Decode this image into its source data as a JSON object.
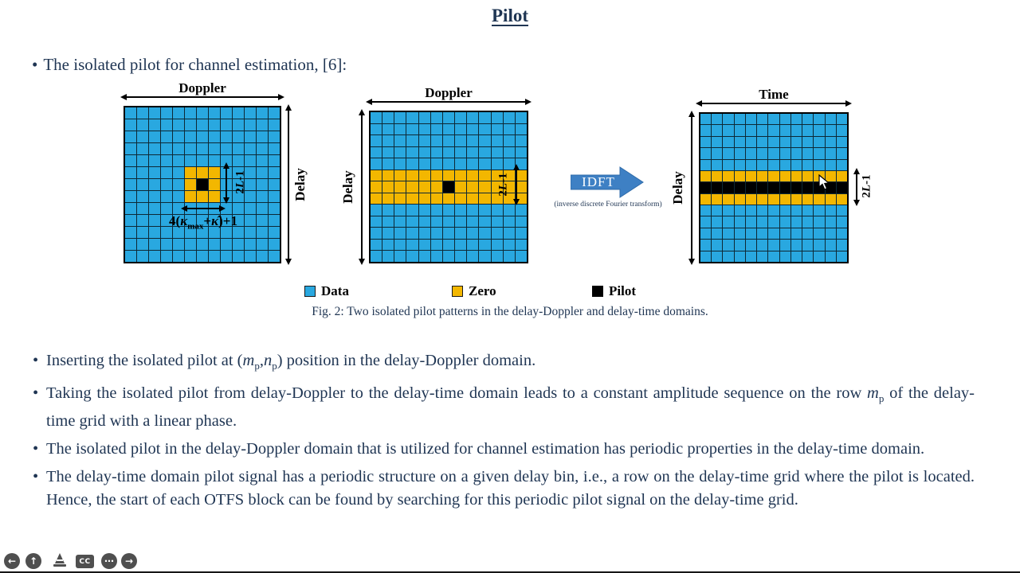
{
  "title": "Pilot",
  "colors": {
    "data": "#29a8e0",
    "zero": "#f3b700",
    "pilot": "#000000",
    "grid_line": "#0e2936",
    "text_navy": "#1f3553",
    "idft_blue": "#3e80c4"
  },
  "intro": {
    "dot": "•",
    "text": "The isolated pilot for channel estimation, [6]:"
  },
  "figure": {
    "grids": [
      {
        "id": "g1",
        "top_label": "Doppler",
        "side_label": "Delay",
        "side": "right",
        "cols": 13,
        "rows": 13,
        "zero": {
          "r0": 5,
          "r1": 7,
          "c0": 5,
          "c1": 7
        },
        "pilot": {
          "r0": 6,
          "r1": 6,
          "c0": 6,
          "c1": 6
        }
      },
      {
        "id": "g2",
        "top_label": "Doppler",
        "side_label": "Delay",
        "side": "left",
        "cols": 13,
        "rows": 13,
        "zero": {
          "r0": 5,
          "r1": 7,
          "c0": 0,
          "c1": 12
        },
        "pilot": {
          "r0": 6,
          "r1": 6,
          "c0": 6,
          "c1": 6
        }
      },
      {
        "id": "g3",
        "top_label": "Time",
        "side_label": "Delay",
        "side": "left",
        "cols": 13,
        "rows": 13,
        "zero": {
          "r0": 5,
          "r1": 7,
          "c0": 0,
          "c1": 12
        },
        "pilot": {
          "r0": 6,
          "r1": 6,
          "c0": 0,
          "c1": 12
        }
      }
    ],
    "two_l": {
      "a": "2",
      "b": "L",
      "c": "-1"
    },
    "formula": {
      "p1": "4(",
      "k1": "κ",
      "sub": "max",
      "p2": "+",
      "k2": "κ̂",
      "p3": ")+1"
    },
    "idft": {
      "label": "IDFT",
      "caption": "(inverse discrete Fourier transform)"
    },
    "legend": [
      {
        "label": "Data",
        "color_key": "data"
      },
      {
        "label": "Zero",
        "color_key": "zero"
      },
      {
        "label": "Pilot",
        "color_key": "pilot"
      }
    ],
    "caption": "Fig. 2: Two isolated pilot patterns in the delay-Doppler and delay-time domains."
  },
  "bullets": [
    {
      "segs": [
        {
          "t": "Inserting the isolated pilot at ("
        },
        {
          "t": "m",
          "i": true
        },
        {
          "t": "p",
          "sub": true
        },
        {
          "t": ","
        },
        {
          "t": "n",
          "i": true
        },
        {
          "t": "p",
          "sub": true
        },
        {
          "t": ") position in the delay-Doppler domain."
        }
      ]
    },
    {
      "segs": [
        {
          "t": "Taking the isolated pilot from delay-Doppler to the delay-time domain leads to a constant amplitude sequence on the row "
        },
        {
          "t": "m",
          "i": true
        },
        {
          "t": "p",
          "sub": true
        },
        {
          "t": " of the delay-time grid with a linear phase."
        }
      ]
    },
    {
      "segs": [
        {
          "t": "The isolated pilot in the delay-Doppler domain that is utilized for channel estimation has periodic properties in the delay-time domain."
        }
      ]
    },
    {
      "segs": [
        {
          "t": "The delay-time domain pilot signal has a periodic structure on a given delay bin, i.e., a row on the delay-time grid where the pilot is located. Hence, the start of each OTFS block can be found by searching for this periodic pilot signal on the delay-time grid."
        }
      ]
    }
  ],
  "bullet_dot": "•",
  "toolbar": {
    "back_glyph": "←",
    "up_glyph": "↑",
    "cc_label": "CC",
    "more_glyph": "⋯",
    "forward_glyph": "→"
  }
}
